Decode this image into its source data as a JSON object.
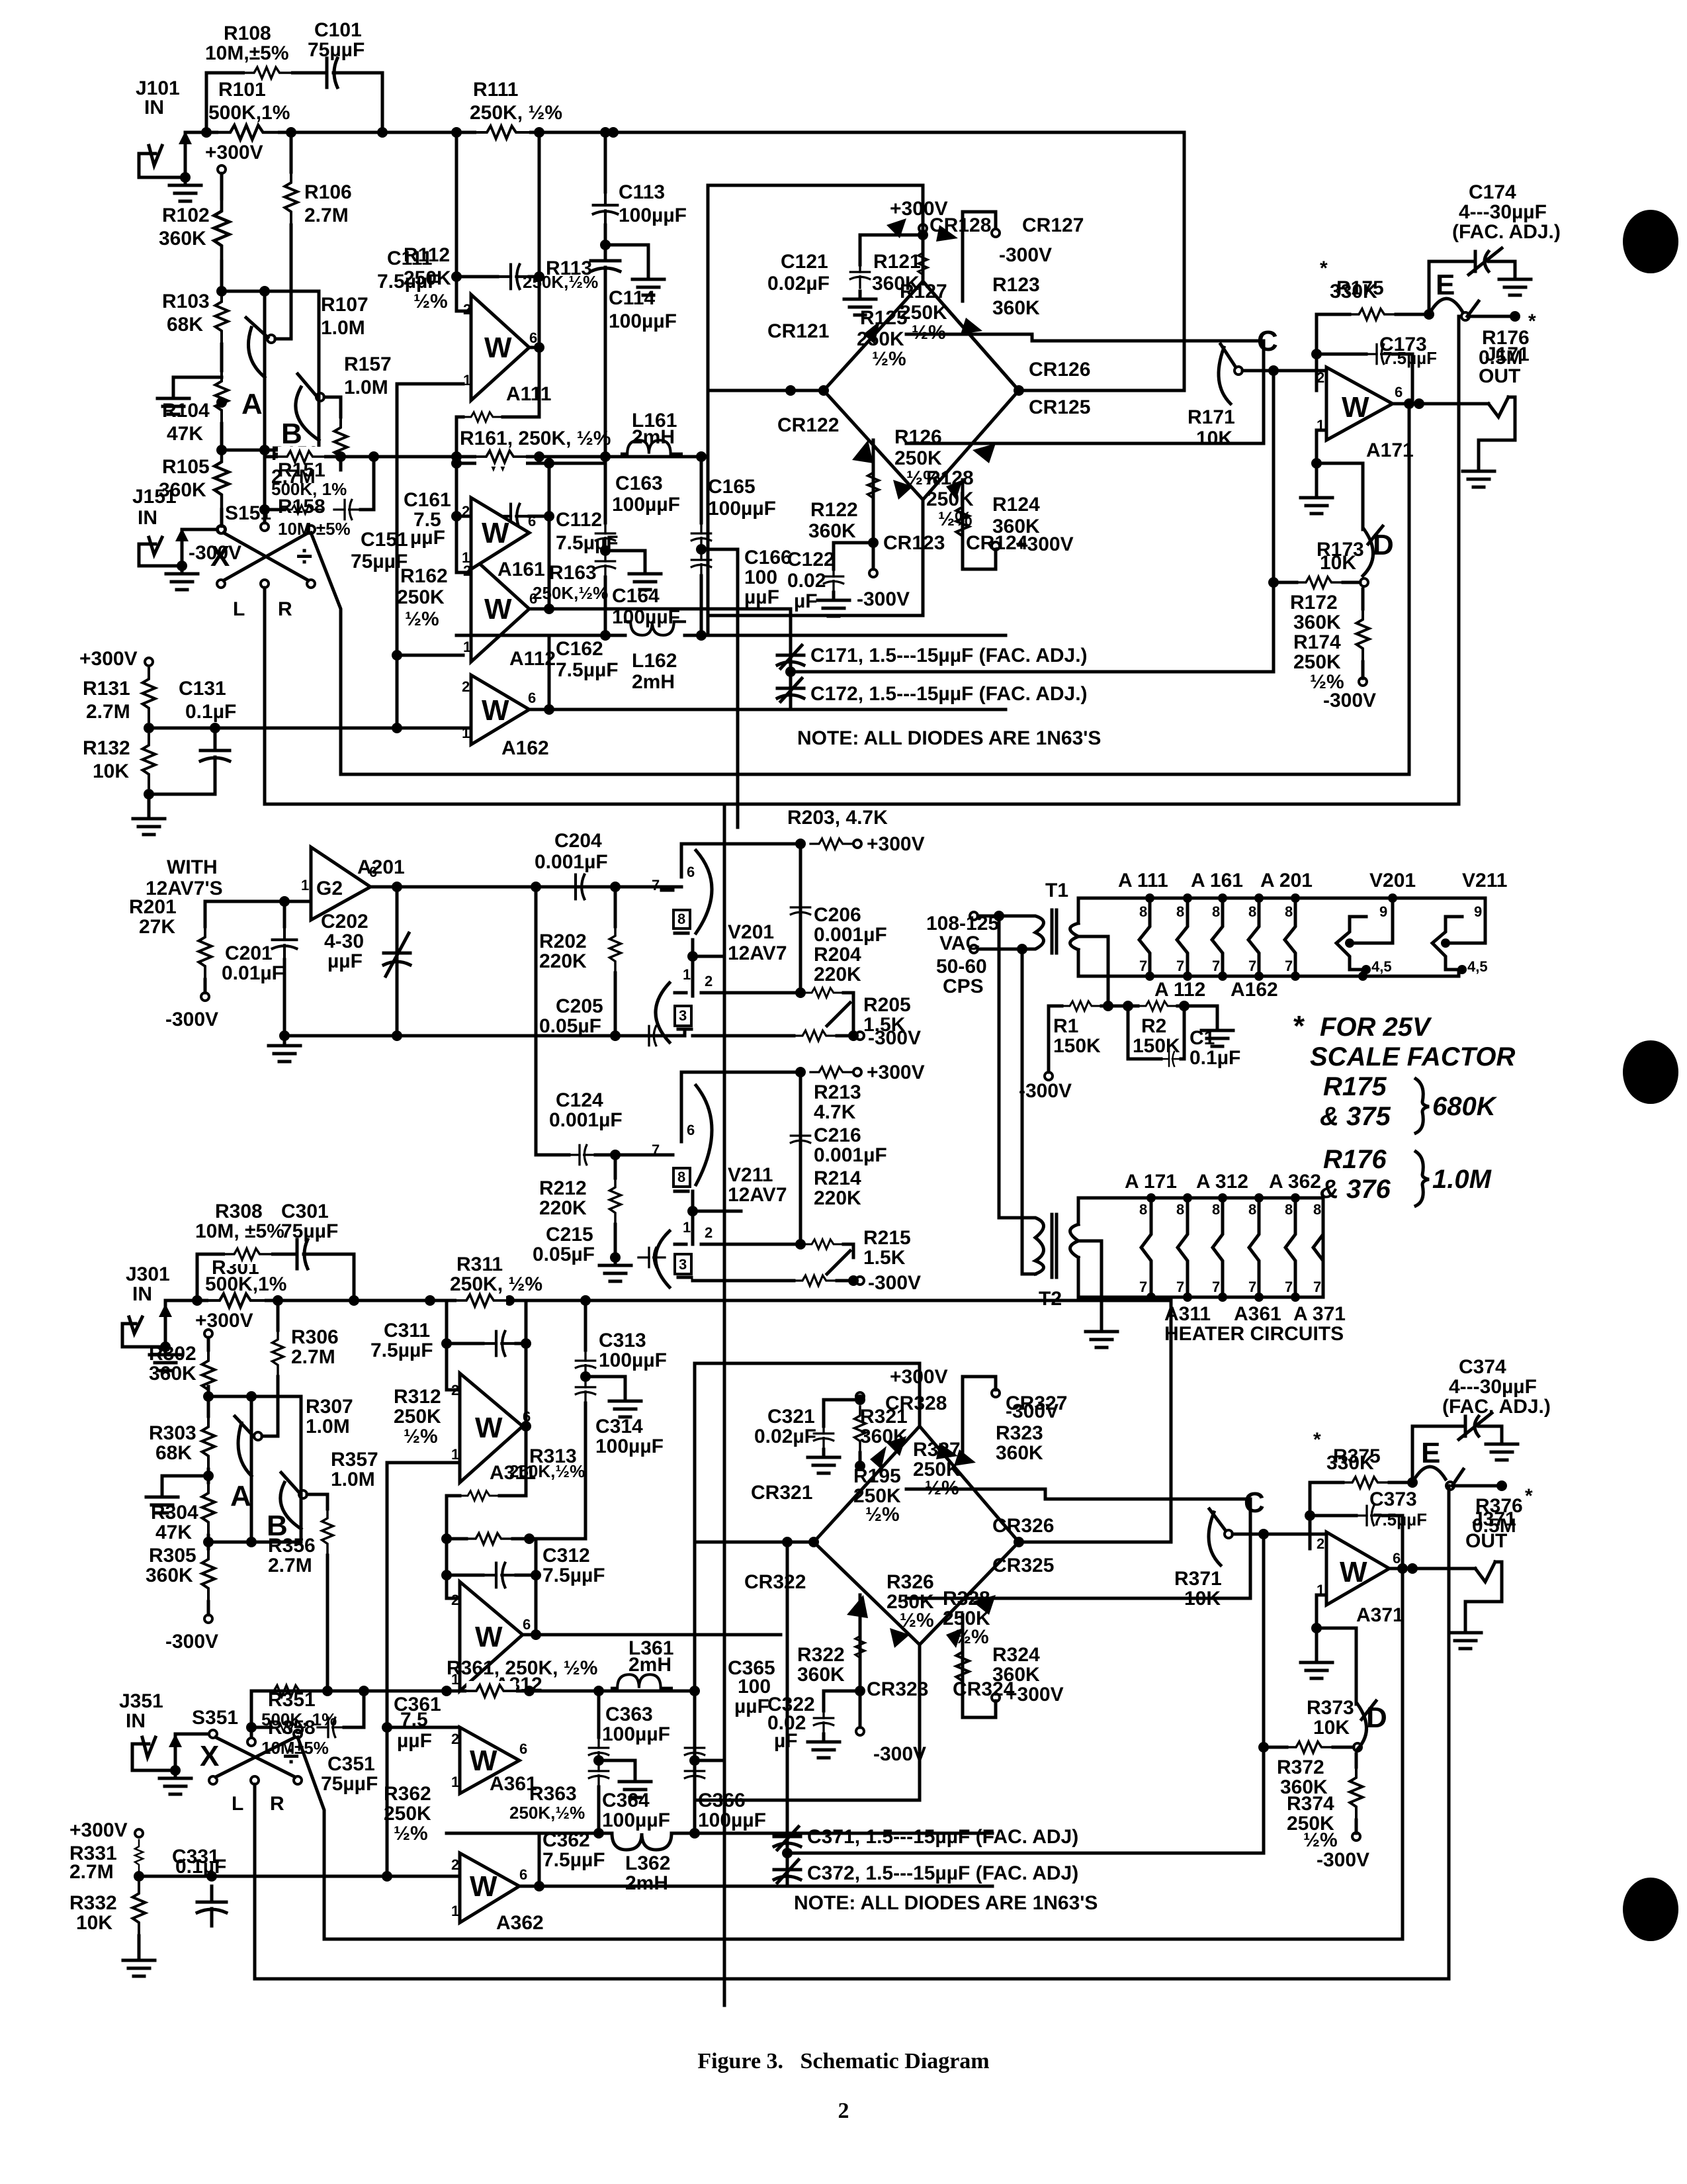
{
  "caption": "Figure 3.   Schematic Diagram",
  "page_number": "2",
  "channel1": {
    "J101": [
      "J101",
      "IN"
    ],
    "R108": [
      "R108",
      "10M,±5%"
    ],
    "C101": [
      "C101",
      "75µµF"
    ],
    "R101": [
      "R101",
      "500K,1%"
    ],
    "plus300_a": "+300V",
    "R102": [
      "R102",
      "360K"
    ],
    "R103": [
      "R103",
      "68K"
    ],
    "R104": [
      "R104",
      "47K"
    ],
    "R105": [
      "R105",
      "360K"
    ],
    "minus300_a": "-300V",
    "R106": [
      "R106",
      "2.7M"
    ],
    "R107": [
      "R107",
      "1.0M"
    ],
    "R157": [
      "R157",
      "1.0M"
    ],
    "R156": [
      "R156",
      "2.7M"
    ],
    "pot_A": "A",
    "pot_B": "B",
    "R111": [
      "R111",
      "250K, ½%"
    ],
    "C111": [
      "C111",
      "7.5µµF"
    ],
    "A111": "A111",
    "R112": [
      "R112",
      "250K",
      "½%"
    ],
    "R113": [
      "R113",
      "250K,½%"
    ],
    "C113": [
      "C113",
      "100µµF"
    ],
    "C114": [
      "C114",
      "100µµF"
    ],
    "C112": [
      "C112",
      "7.5µµF"
    ],
    "A112": "A112",
    "amp_W": "W",
    "pin1": "1",
    "pin2": "2",
    "pin6": "6",
    "R161": "R161, 250K, ½%",
    "L161": [
      "L161",
      "2mH"
    ],
    "R151": [
      "R151",
      "500K, 1%"
    ],
    "R158": [
      "R158",
      "10M ±5%"
    ],
    "C151": [
      "C151",
      "75µµF"
    ],
    "J151": [
      "J151",
      "IN"
    ],
    "S151": "S151",
    "sw_X": "X",
    "sw_div": "÷",
    "sw_L": "L",
    "sw_R": "R",
    "C161": [
      "C161",
      "7.5",
      "µµF"
    ],
    "A161": "A161",
    "R162": [
      "R162",
      "250K",
      "½%"
    ],
    "R163": [
      "R163",
      "250K,½%"
    ],
    "C163": [
      "C163",
      "100µµF"
    ],
    "C164": [
      "C164",
      "100µµF"
    ],
    "C165": [
      "C165",
      "100µµF"
    ],
    "C166": [
      "C166",
      "100",
      "µµF"
    ],
    "L162": [
      "L162",
      "2mH"
    ],
    "C162": [
      "C162",
      "7.5µµF"
    ],
    "A162": "A162",
    "plus300_b": "+300V",
    "R131": [
      "R131",
      "2.7M"
    ],
    "C131": [
      "C131",
      "0.1µF"
    ],
    "R132": [
      "R132",
      "10K"
    ],
    "plus300_c": "+300V",
    "C121": [
      "C121",
      "0.02µF"
    ],
    "R121": [
      "R121",
      "360K"
    ],
    "CR128": "CR128",
    "CR127": "CR127",
    "minus300_b": "-300V",
    "R123": [
      "R123",
      "360K"
    ],
    "R127": [
      "R127",
      "250K",
      "½%"
    ],
    "CR121": "CR121",
    "R125": [
      "R125",
      "250K",
      "½%"
    ],
    "CR126": "CR126",
    "CR125": "CR125",
    "CR122": "CR122",
    "R126": [
      "R126",
      "250K",
      "½%"
    ],
    "R128": [
      "R128",
      "250K",
      "½%"
    ],
    "R122": [
      "R122",
      "360K"
    ],
    "C122": [
      "C122",
      "0.02",
      "µF"
    ],
    "CR123": "CR123",
    "CR124": "CR124",
    "R124": [
      "R124",
      "360K"
    ],
    "plus300_d": "+300V",
    "minus300_c": "-300V",
    "R171": [
      "R171",
      "10K"
    ],
    "pot_C": "C",
    "C171": "C171, 1.5---15µµF (FAC. ADJ.)",
    "C172": "C172, 1.5---15µµF (FAC. ADJ.)",
    "note": "NOTE: ALL DIODES ARE 1N63'S",
    "C174": [
      "C174",
      "4---30µµF",
      "(FAC. ADJ.)"
    ],
    "R175": [
      "R175",
      "330K"
    ],
    "star": "*",
    "pot_E": "E",
    "R176": [
      "R176",
      "0.5M"
    ],
    "C173": [
      "C173",
      "7.5µµF"
    ],
    "A171": "A171",
    "J171": [
      "J171",
      "OUT"
    ],
    "R173": [
      "R173",
      "10K"
    ],
    "pot_D": "D",
    "R172": [
      "R172",
      "360K"
    ],
    "R174": [
      "R174",
      "250K",
      "½%"
    ],
    "minus300_d": "-300V"
  },
  "center": {
    "with": [
      "WITH",
      "12AV7'S"
    ],
    "A201": "A201",
    "G2": "G2",
    "R201": [
      "R201",
      "27K"
    ],
    "C201": [
      "C201",
      "0.01µF"
    ],
    "C202": [
      "C202",
      "4-30",
      "µµF"
    ],
    "minus300": "-300V",
    "C204": [
      "C204",
      "0.001µF"
    ],
    "R202": [
      "R202",
      "220K"
    ],
    "C205": [
      "C205",
      "0.05µF"
    ],
    "V201": [
      "V201",
      "12AV7"
    ],
    "R203": "R203, 4.7K",
    "plus300_a": "+300V",
    "C206": [
      "C206",
      "0.001µF"
    ],
    "R204": [
      "R204",
      "220K"
    ],
    "R205": [
      "R205",
      "1.5K"
    ],
    "minus300_a": "-300V",
    "C124": [
      "C124",
      "0.001µF"
    ],
    "R212": [
      "R212",
      "220K"
    ],
    "C215": [
      "C215",
      "0.05µF"
    ],
    "V211": [
      "V211",
      "12AV7"
    ],
    "R213": [
      "R213",
      "4.7K"
    ],
    "plus300_b": "+300V",
    "C216": [
      "C216",
      "0.001µF"
    ],
    "R214": [
      "R214",
      "220K"
    ],
    "R215": [
      "R215",
      "1.5K"
    ],
    "minus300_b": "-300V",
    "tube_pins": {
      "p6": "6",
      "p7": "7",
      "p8": "8",
      "p1": "1",
      "p2": "2",
      "p3": "3"
    }
  },
  "heater": {
    "T1": "T1",
    "T2": "T2",
    "vac": [
      "108-125",
      "VAC"
    ],
    "cps": [
      "50-60",
      "CPS"
    ],
    "top_labels": [
      "A 111",
      "A 161",
      "A 201",
      "V201",
      "V211"
    ],
    "mid_labels": [
      "A 112",
      "A162"
    ],
    "pin8": "8",
    "pin7": "7",
    "pin9": "9",
    "pin45": "4,5",
    "R1": [
      "R1",
      "150K"
    ],
    "R2": [
      "R2",
      "150K"
    ],
    "C1": [
      "C1",
      "0.1µF"
    ],
    "minus300": "-300V",
    "t2_top_labels": [
      "A 171",
      "A 312",
      "A 362"
    ],
    "t2_bottom_labels": [
      "A311",
      "A361",
      "A 371"
    ],
    "title": "HEATER CIRCUITS"
  },
  "scale_note": {
    "star": "*",
    "line1": "FOR 25V",
    "line2": "SCALE FACTOR",
    "r175": "R175",
    "r375": "& 375",
    "val1": "680K",
    "r176": "R176",
    "r376": "& 376",
    "val2": "1.0M"
  },
  "channel3": {
    "J301": [
      "J301",
      "IN"
    ],
    "R308": [
      "R308",
      "10M, ±5%"
    ],
    "C301": [
      "C301",
      "75µµF"
    ],
    "R301": [
      "R301",
      "500K,1%"
    ],
    "plus300_a": "+300V",
    "R302": [
      "R302",
      "360K"
    ],
    "R303": [
      "R303",
      "68K"
    ],
    "R304": [
      "R304",
      "47K"
    ],
    "R305": [
      "R305",
      "360K"
    ],
    "minus300_a": "-300V",
    "R306": [
      "R306",
      "2.7M"
    ],
    "R307": [
      "R307",
      "1.0M"
    ],
    "R357": [
      "R357",
      "1.0M"
    ],
    "R356": [
      "R356",
      "2.7M"
    ],
    "pot_A": "A",
    "pot_B": "B",
    "R311": [
      "R311",
      "250K, ½%"
    ],
    "C311": [
      "C311",
      "7.5µµF"
    ],
    "A311": "A311",
    "R312": [
      "R312",
      "250K",
      "½%"
    ],
    "R313": [
      "R313",
      "250K,½%"
    ],
    "C313": [
      "C313",
      "100µµF"
    ],
    "C314": [
      "C314",
      "100µµF"
    ],
    "C312": [
      "C312",
      "7.5µµF"
    ],
    "A312": "A312",
    "R361": "R361, 250K, ½%",
    "L361": [
      "L361",
      "2mH"
    ],
    "R351": [
      "R351",
      "500K, 1%"
    ],
    "R358": [
      "R358",
      "10M",
      "±5%"
    ],
    "C351": [
      "C351",
      "75µµF"
    ],
    "J351": [
      "J351",
      "IN"
    ],
    "S351": "S351",
    "C361": [
      "C361",
      "7.5",
      "µµF"
    ],
    "A361": "A361",
    "R362": [
      "R362",
      "250K",
      "½%"
    ],
    "R363": [
      "R363",
      "250K,½%"
    ],
    "C363": [
      "C363",
      "100µµF"
    ],
    "C364": [
      "C364",
      "100µµF"
    ],
    "C365": [
      "C365",
      "100",
      "µµF"
    ],
    "C366": [
      "C366",
      "100µµF"
    ],
    "L362": [
      "L362",
      "2mH"
    ],
    "C362": [
      "C362",
      "7.5µµF"
    ],
    "A362": "A362",
    "plus300_b": "+300V",
    "R331": [
      "R331",
      "2.7M"
    ],
    "C331": [
      "C331",
      "0.1µF"
    ],
    "R332": [
      "R332",
      "10K"
    ],
    "plus300_c": "+300V",
    "C321": [
      "C321",
      "0.02µF"
    ],
    "R321": [
      "R321",
      "360K"
    ],
    "CR328": "CR328",
    "CR327": "CR327",
    "minus300_b": "-300V",
    "R323": [
      "R323",
      "360K"
    ],
    "R327": [
      "R327",
      "250K",
      "½%"
    ],
    "CR321": "CR321",
    "R325": [
      "R195",
      "250K",
      "½%"
    ],
    "CR326": "CR326",
    "CR325": "CR325",
    "CR322": "CR322",
    "R326": [
      "R326",
      "250K",
      "½%"
    ],
    "R328": [
      "R328",
      "250K",
      "½%"
    ],
    "R322": [
      "R322",
      "360K"
    ],
    "C322": [
      "C322",
      "0.02",
      "µF"
    ],
    "CR323": "CR323",
    "CR324": "CR324",
    "R324": [
      "R324",
      "360K"
    ],
    "plus300_d": "+300V",
    "minus300_c": "-300V",
    "R371": [
      "R371",
      "10K"
    ],
    "pot_C": "C",
    "C371": "C371, 1.5---15µµF (FAC. ADJ)",
    "C372": "C372, 1.5---15µµF (FAC. ADJ)",
    "note": "NOTE: ALL DIODES ARE 1N63'S",
    "C374": [
      "C374",
      "4---30µµF",
      "(FAC. ADJ.)"
    ],
    "R375": [
      "R375",
      "330K"
    ],
    "star": "*",
    "pot_E": "E",
    "R376": [
      "R376",
      "0.5M"
    ],
    "C373": [
      "C373",
      "7.5µµF"
    ],
    "A371": "A371",
    "J371": [
      "J371",
      "OUT"
    ],
    "R373": [
      "R373",
      "10K"
    ],
    "pot_D": "D",
    "R372": [
      "R372",
      "360K"
    ],
    "R374": [
      "R374",
      "250K",
      "½%"
    ],
    "minus300_d": "-300V"
  }
}
